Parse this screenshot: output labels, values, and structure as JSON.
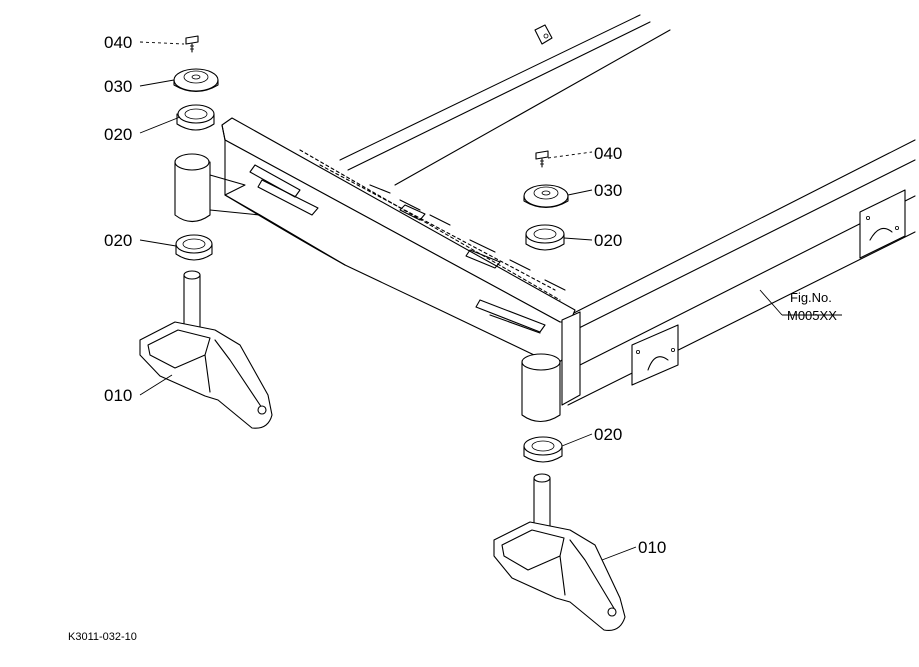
{
  "callouts": [
    {
      "id": "c1",
      "label": "040"
    },
    {
      "id": "c2",
      "label": "030"
    },
    {
      "id": "c3",
      "label": "020"
    },
    {
      "id": "c4",
      "label": "020"
    },
    {
      "id": "c5",
      "label": "010"
    },
    {
      "id": "c6",
      "label": "040"
    },
    {
      "id": "c7",
      "label": "030"
    },
    {
      "id": "c8",
      "label": "020"
    },
    {
      "id": "c9",
      "label": "020"
    },
    {
      "id": "c10",
      "label": "010"
    }
  ],
  "figure_ref": {
    "line1": "Fig.No.",
    "line2": "M005XX"
  },
  "drawing_code": "K3011-032-10"
}
